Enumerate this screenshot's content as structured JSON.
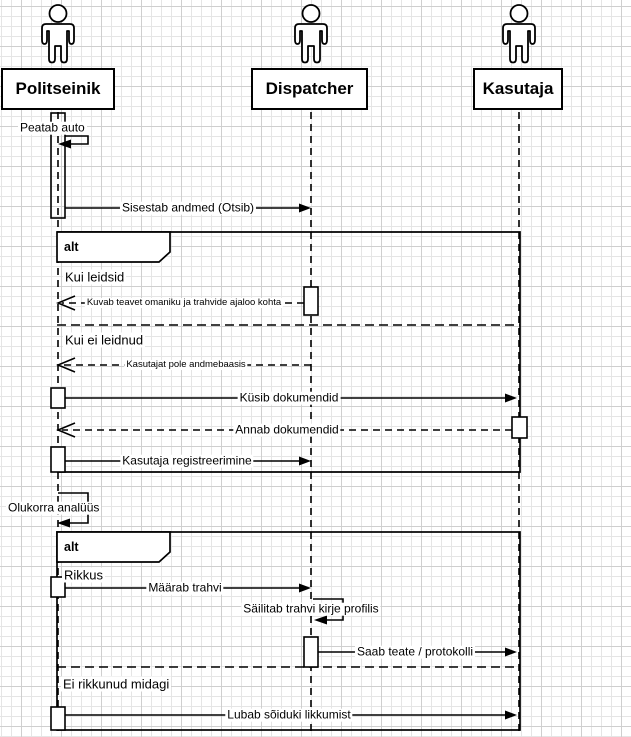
{
  "actors": [
    {
      "name": "Politseinik"
    },
    {
      "name": "Dispatcher"
    },
    {
      "name": "Kasutaja"
    }
  ],
  "messages": [
    {
      "label": "Peatab auto",
      "kind": "self"
    },
    {
      "label": "Sisestab andmed (Otsib)",
      "kind": "solid"
    },
    {
      "label": "Kuvab teavet omaniku ja trahvide ajaloo kohta",
      "kind": "return"
    },
    {
      "label": "Kasutajat pole andmebaasis",
      "kind": "return"
    },
    {
      "label": "Küsib dokumendid",
      "kind": "solid"
    },
    {
      "label": "Annab dokumendid",
      "kind": "return"
    },
    {
      "label": "Kasutaja registreerimine",
      "kind": "solid"
    },
    {
      "label": "Olukorra analüüs",
      "kind": "self"
    },
    {
      "label": "Määrab trahvi",
      "kind": "solid"
    },
    {
      "label": "Säilitab trahvi kirje profilis",
      "kind": "self"
    },
    {
      "label": "Saab teate / protokolli",
      "kind": "solid"
    },
    {
      "label": "Lubab sõiduki likkumist",
      "kind": "solid"
    }
  ],
  "fragments": [
    {
      "operator": "alt",
      "guards": [
        "Kui leidsid",
        "Kui ei leidnud"
      ]
    },
    {
      "operator": "alt",
      "guards": [
        "Rikkus",
        "Ei rikkunud midagi"
      ]
    }
  ],
  "colors": {
    "line": "#000000",
    "background": "#ffffff",
    "grid_minor": "#e5e5e5",
    "grid_major": "#cfcfcf"
  }
}
